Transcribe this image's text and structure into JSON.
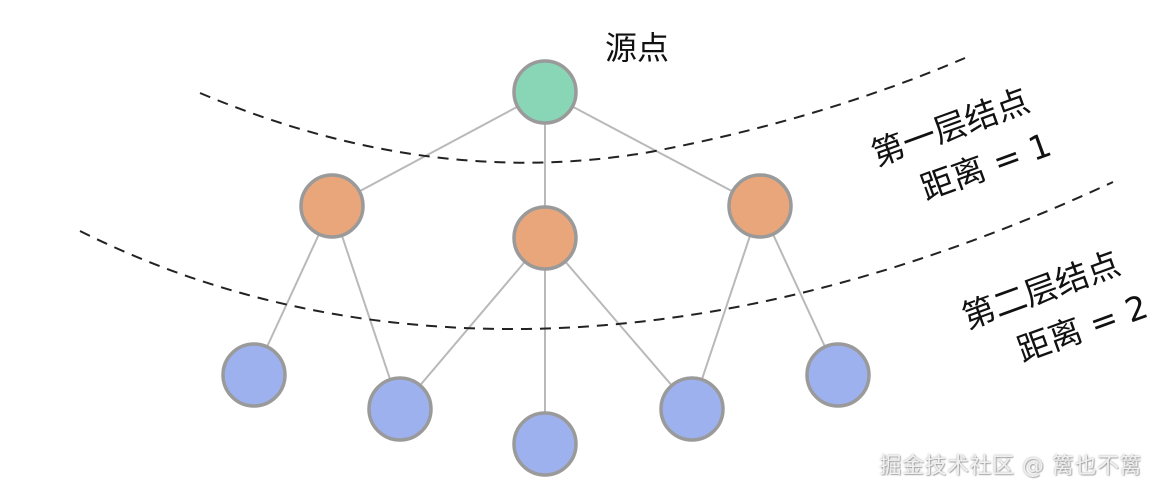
{
  "diagram": {
    "source_label": "源点",
    "layer1_label_line1": "第一层结点",
    "layer1_label_line2": "距离 = 1",
    "layer2_label_line1": "第二层结点",
    "layer2_label_line2": "距离 = 2",
    "colors": {
      "source_fill": "#88d6b6",
      "layer1_fill": "#eaa67b",
      "layer2_fill": "#9db1ef",
      "node_stroke": "#9a9a9a",
      "edge": "#b9b9b9",
      "dashed_line": "#222222"
    }
  },
  "watermark": {
    "text": "掘金技术社区 @ 篱也不篱"
  }
}
